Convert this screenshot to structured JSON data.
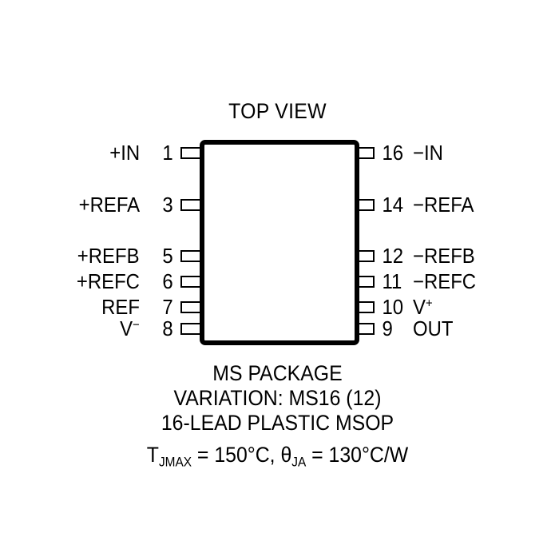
{
  "heading": "TOP VIEW",
  "package": {
    "left_pins": [
      {
        "name": "+IN",
        "number": "1",
        "name_html": "+IN"
      },
      {
        "name": "+REFA",
        "number": "3",
        "name_html": "+REFA"
      },
      {
        "name": "+REFB",
        "number": "5",
        "name_html": "+REFB"
      },
      {
        "name": "+REFC",
        "number": "6",
        "name_html": "+REFC"
      },
      {
        "name": "REF",
        "number": "7",
        "name_html": "REF"
      },
      {
        "name": "V−",
        "number": "8",
        "name_html": "V<sup>−</sup>"
      }
    ],
    "right_pins": [
      {
        "name": "−IN",
        "number": "16",
        "name_html": "−IN"
      },
      {
        "name": "−REFA",
        "number": "14",
        "name_html": "−REFA"
      },
      {
        "name": "−REFB",
        "number": "12",
        "name_html": "−REFB"
      },
      {
        "name": "−REFC",
        "number": "11",
        "name_html": "−REFC"
      },
      {
        "name": "V+",
        "number": "10",
        "name_html": "V<sup>+</sup>"
      },
      {
        "name": "OUT",
        "number": "9",
        "name_html": "OUT"
      }
    ]
  },
  "caption": {
    "line1": "MS PACKAGE",
    "line2": "VARIATION: MS16 (12)",
    "line3": "16-LEAD PLASTIC MSOP",
    "thermal_html": "T<sub>JMAX</sub> = 150°C, θ<sub>JA</sub> = 130°C/W",
    "thermal_text": "TJMAX = 150°C, θJA = 130°C/W"
  },
  "geometry": {
    "pin_y_centers": [
      191,
      256,
      320,
      352,
      384,
      411
    ]
  },
  "colors": {
    "outline": "#000000",
    "background": "#ffffff",
    "text": "#000000"
  }
}
